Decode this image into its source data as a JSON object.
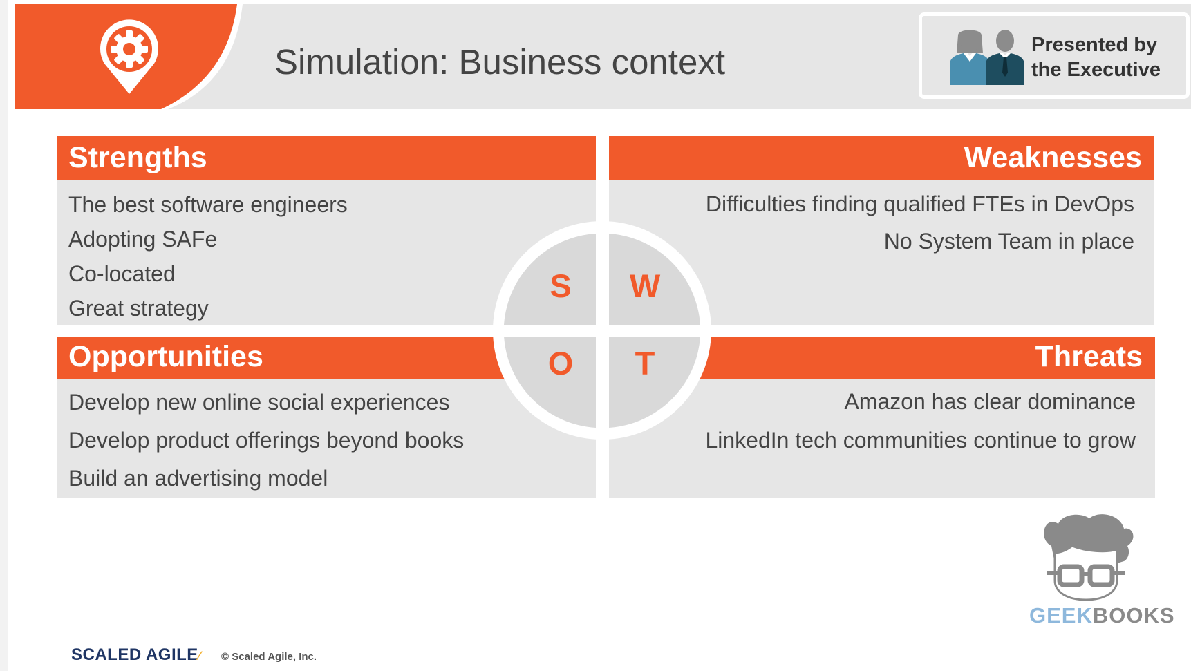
{
  "header": {
    "title": "Simulation: Business context",
    "presenter_line1": "Presented by",
    "presenter_line2": "the Executive",
    "logo_icon": "gear-location-pin-icon",
    "presenter_icon": "presenters-icon"
  },
  "colors": {
    "accent": "#f15a2b",
    "panel": "#e6e6e6",
    "text": "#444444"
  },
  "swot": {
    "letters": {
      "s": "S",
      "w": "W",
      "o": "O",
      "t": "T"
    },
    "strengths": {
      "title": "Strengths",
      "items": [
        "The best software engineers",
        "Adopting SAFe",
        "Co-located",
        "Great strategy"
      ]
    },
    "weaknesses": {
      "title": "Weaknesses",
      "items": [
        "Difficulties finding qualified FTEs in DevOps",
        "No System Team in place"
      ]
    },
    "opportunities": {
      "title": "Opportunities",
      "items": [
        "Develop new online social experiences",
        "Develop product offerings beyond books",
        "Build an advertising model"
      ]
    },
    "threats": {
      "title": "Threats",
      "items": [
        "Amazon has clear dominance",
        "LinkedIn tech communities continue to grow"
      ]
    }
  },
  "watermark": {
    "part1": "GEEK",
    "part2": "BOOKS",
    "icon": "geek-face-icon"
  },
  "footer": {
    "logo": "SCALED AGILE",
    "copyright": "© Scaled Agile, Inc."
  }
}
